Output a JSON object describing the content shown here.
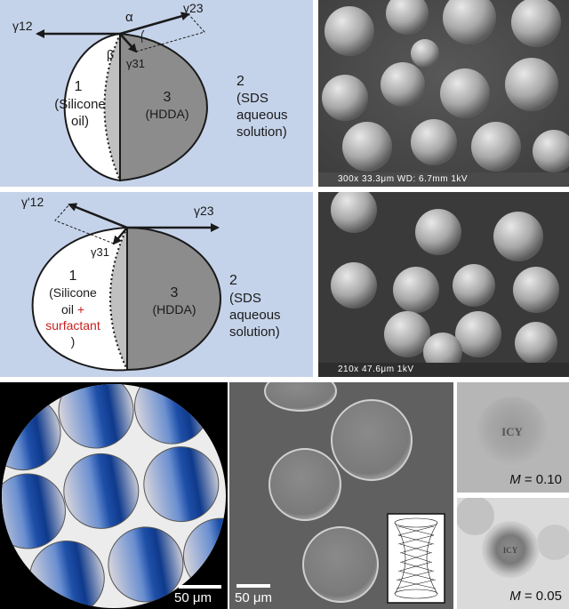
{
  "panel_a": {
    "gamma12": "γ12",
    "gamma23": "γ23",
    "gamma31": "γ31",
    "alpha": "α",
    "beta": "β",
    "phase1_num": "1",
    "phase1_l1": "(Silicone",
    "phase1_l2": "oil)",
    "phase3_num": "3",
    "phase3_l1": "(HDDA)",
    "phase2_num": "2",
    "phase2_l1": "(SDS",
    "phase2_l2": "aqueous",
    "phase2_l3": "solution)"
  },
  "panel_b": {
    "gamma12p": "γ'12",
    "gamma23": "γ23",
    "gamma31": "γ31",
    "phase1_num": "1",
    "phase1_l1": "(Silicone",
    "phase1_l2": "oil",
    "plus": "+",
    "phase1_l3": "surfactant",
    "phase1_l4": ")",
    "phase3_num": "3",
    "phase3_l1": "(HDDA)",
    "phase2_num": "2",
    "phase2_l1": "(SDS",
    "phase2_l2": "aqueous",
    "phase2_l3": "solution)"
  },
  "sem_top": {
    "caption": "300x 33.3μm WD: 6.7mm   1kV"
  },
  "sem_mid": {
    "caption": "210x 47.6μm                 1kV"
  },
  "optical": {
    "scale": "50 μm"
  },
  "sem_bottom": {
    "scale": "50 μm"
  },
  "lens1": {
    "text": "ICY",
    "m_label": "M",
    "m_value": " = 0.10"
  },
  "lens2": {
    "text": "ICY",
    "m_label": "M",
    "m_value": " = 0.05"
  },
  "colors": {
    "diagram_bg": "#c5d3ea",
    "hdda": "#8f8f8f",
    "dye_blue": "#1e4fa8",
    "surfactant_red": "#c8201e"
  }
}
